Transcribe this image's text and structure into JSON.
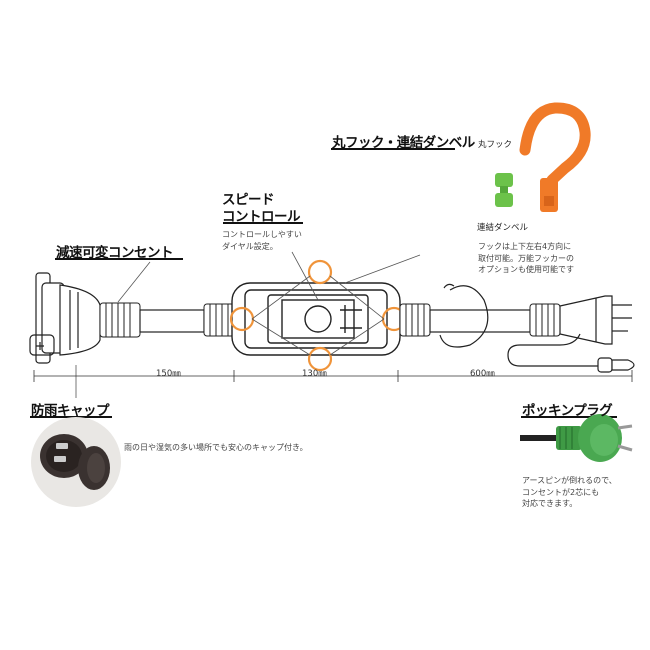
{
  "labels": {
    "hook_title": "丸フック・連結ダンベル",
    "hook_label": "丸フック",
    "dumbbell_label": "連結ダンベル",
    "hook_desc": [
      "フックは上下左右4方向に",
      "取付可能。万能フッカーの",
      "オプションも使用可能です"
    ],
    "speed_title_line1": "スピード",
    "speed_title_line2": "コントロール",
    "speed_desc": [
      "コントロールしやすい",
      "ダイヤル設定。"
    ],
    "outlet_title": "減速可変コンセント",
    "cap_title": "防雨キャップ",
    "cap_desc": "雨の日や湿気の多い場所でも安心のキャップ付き。",
    "plug_title": "ポッキンプラグ",
    "plug_desc": [
      "アースピンが倒れるので、",
      "コンセントが2芯にも",
      "対応できます。"
    ]
  },
  "dimensions": {
    "seg1": "150㎜",
    "seg2": "130㎜",
    "seg3": "600㎜"
  },
  "colors": {
    "hook_orange": "#f07a28",
    "dumbbell_green": "#6cc24a",
    "plug_green": "#3f9a45",
    "ring_orange": "#f0943a",
    "line": "#222222"
  },
  "icons": [
    "hook-icon",
    "dumbbell-icon",
    "plug-icon",
    "cap-photo"
  ]
}
